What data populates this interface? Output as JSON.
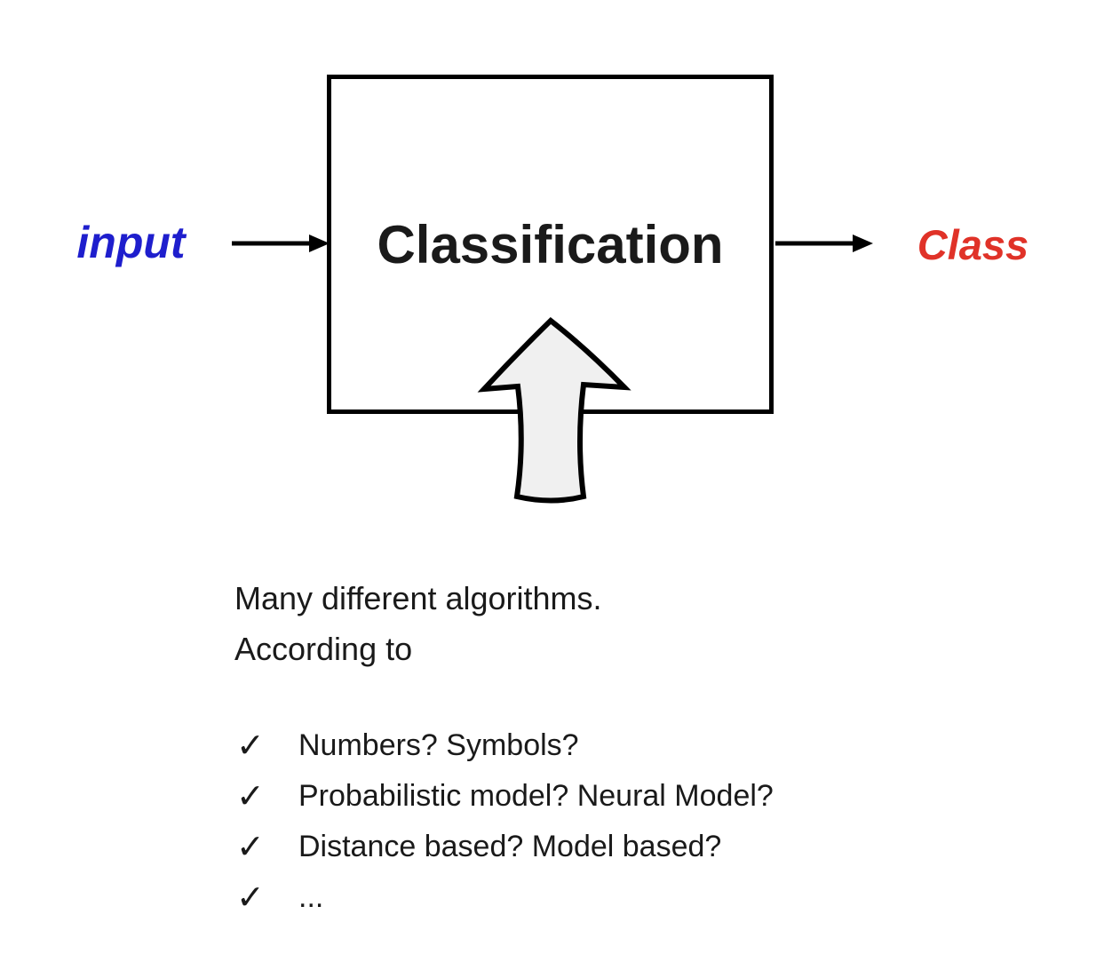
{
  "diagram": {
    "input_label": "input",
    "box_label": "Classification",
    "output_label": "Class",
    "colors": {
      "input_text": "#1E1ECD",
      "output_text": "#E03228",
      "box_border": "#000000",
      "flow_arrow": "#000000",
      "up_arrow_fill": "#F0F0F0",
      "up_arrow_stroke": "#000000"
    },
    "icons": [
      "right-arrow-icon",
      "right-arrow-icon",
      "up-arrow-icon"
    ]
  },
  "notes": {
    "intro_lines": [
      "Many different algorithms.",
      "According to"
    ],
    "checklist": [
      {
        "mark": "✓",
        "text": "Numbers? Symbols?"
      },
      {
        "mark": "✓",
        "text": "Probabilistic model? Neural Model?"
      },
      {
        "mark": "✓",
        "text": "Distance based? Model based?"
      },
      {
        "mark": "✓",
        "text": "..."
      }
    ]
  }
}
